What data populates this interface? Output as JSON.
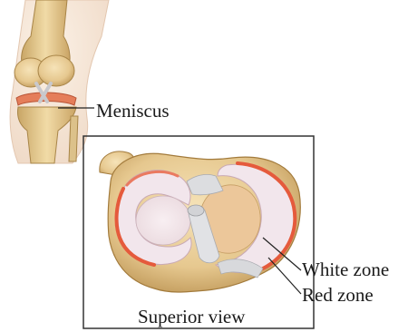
{
  "labels": {
    "meniscus": "Meniscus",
    "white_zone": "White zone",
    "red_zone": "Red zone",
    "view": "Superior view"
  },
  "colors": {
    "bone": "#e8cf9a",
    "bone_shadow": "#c9a866",
    "cartilage": "#f4eef2",
    "red_zone": "#e55a3c",
    "ligament": "#dcdde0",
    "frame": "#333333"
  }
}
